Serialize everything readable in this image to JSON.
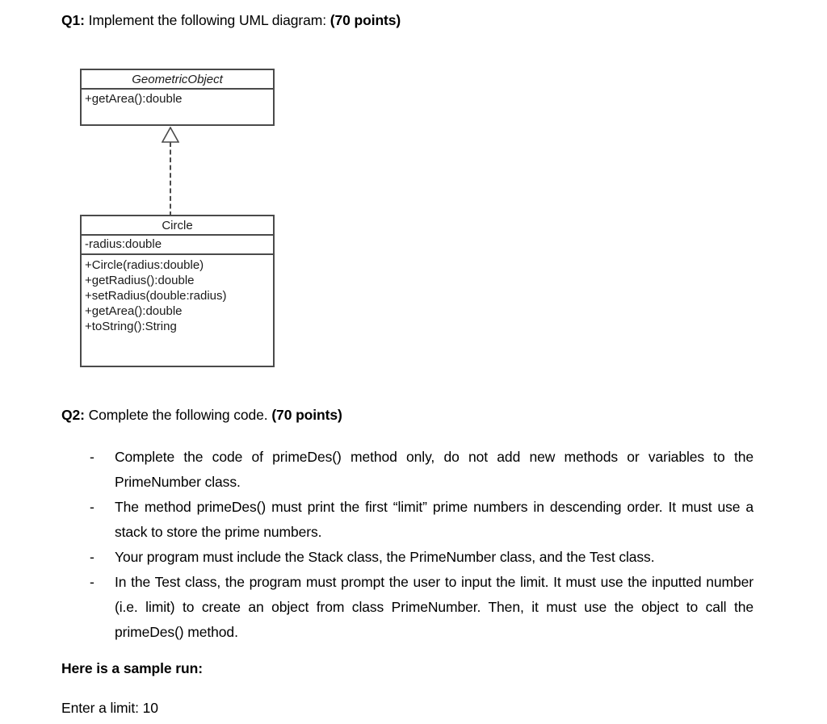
{
  "document": {
    "background_color": "#ffffff",
    "text_color": "#000000"
  },
  "questions": [
    {
      "label": "Q1:",
      "text": " Implement the following UML diagram: ",
      "points": "(70 points)"
    },
    {
      "label": "Q2:",
      "text": " Complete the following code. ",
      "points": "(70 points)"
    }
  ],
  "uml": {
    "line_color": "#4a4a4a",
    "relationship": "realization-dashed-hollow-triangle",
    "classes": [
      {
        "name": "GeometricObject",
        "abstract": true,
        "attributes": [],
        "methods": [
          "+getArea():double"
        ]
      },
      {
        "name": "Circle",
        "abstract": false,
        "attributes": [
          "-radius:double"
        ],
        "methods": [
          "+Circle(radius:double)",
          "+getRadius():double",
          "+setRadius(double:radius)",
          "+getArea():double",
          "+toString():String"
        ]
      }
    ]
  },
  "requirements": {
    "bullet_marker": "-",
    "items": [
      "Complete the code of primeDes() method only, do not add new methods or variables to the PrimeNumber class.",
      "The method primeDes() must print the first “limit” prime numbers in descending order. It must use a stack to store the prime numbers.",
      "Your program must include the Stack class, the PrimeNumber class, and the Test class.",
      "In the Test class, the program must prompt the user to input the limit. It must use the inputted number (i.e. limit) to create an object from class PrimeNumber. Then, it must use the object to call the primeDes() method."
    ]
  },
  "sample_run": {
    "heading": "Here is a sample run:",
    "line": "Enter a limit: 10"
  }
}
